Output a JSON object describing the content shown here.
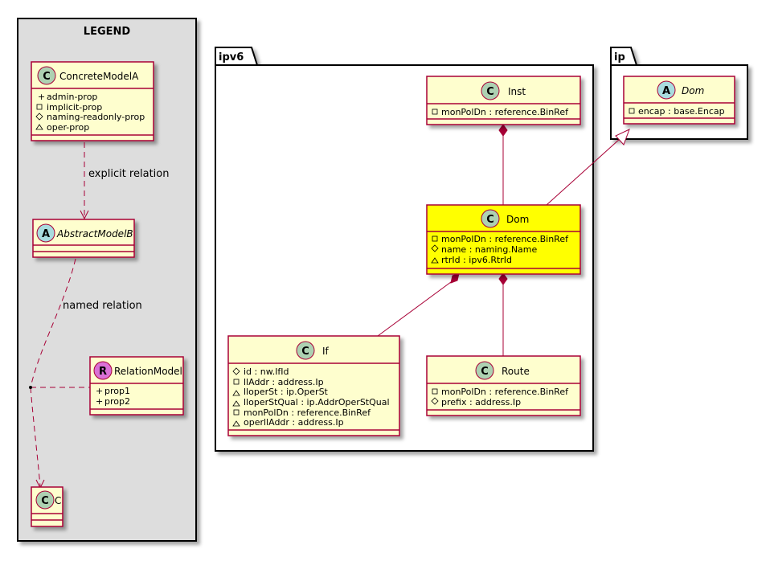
{
  "legend": {
    "title": "LEGEND",
    "concrete_model_a": {
      "name": "ConcreteModelA",
      "stereotype_letter": "C",
      "attributes": [
        "admin-prop",
        "implicit-prop",
        "naming-readonly-prop",
        "oper-prop"
      ]
    },
    "abstract_model_b": {
      "name": "AbstractModelB",
      "stereotype_letter": "A"
    },
    "relation_model": {
      "name": "RelationModel",
      "stereotype_letter": "R",
      "attributes": [
        "prop1",
        "prop2"
      ]
    },
    "class_c": {
      "name": "C",
      "stereotype_letter": "C"
    },
    "explicit_relation_label": "explicit relation",
    "named_relation_label": "named relation"
  },
  "packages": {
    "ipv6": {
      "title": "ipv6"
    },
    "ip": {
      "title": "ip"
    }
  },
  "classes": {
    "inst": {
      "name": "Inst",
      "stereotype_letter": "C",
      "attributes": [
        "monPolDn : reference.BinRef"
      ]
    },
    "dom_ipv6": {
      "name": "Dom",
      "stereotype_letter": "C",
      "attributes": [
        "monPolDn : reference.BinRef",
        "name : naming.Name",
        "rtrId : ipv6.RtrId"
      ]
    },
    "dom_ip": {
      "name": "Dom",
      "stereotype_letter": "A",
      "attributes": [
        "encap : base.Encap"
      ]
    },
    "if": {
      "name": "If",
      "stereotype_letter": "C",
      "attributes": [
        "id : nw.IfId",
        "llAddr : address.Ip",
        "lloperSt : ip.OperSt",
        "lloperStQual : ip.AddrOperStQual",
        "monPolDn : reference.BinRef",
        "operllAddr : address.Ip"
      ]
    },
    "route": {
      "name": "Route",
      "stereotype_letter": "C",
      "attributes": [
        "monPolDn : reference.BinRef",
        "prefix : address.Ip"
      ]
    }
  },
  "colors": {
    "class_fill": "#FEFECE",
    "highlight_fill": "#FFFF00",
    "border": "#A80036",
    "legend_fill": "#DDDDDD",
    "circle_c": "#ADD1B2",
    "circle_a": "#A9DCDF",
    "circle_r": "#DA70D6"
  }
}
